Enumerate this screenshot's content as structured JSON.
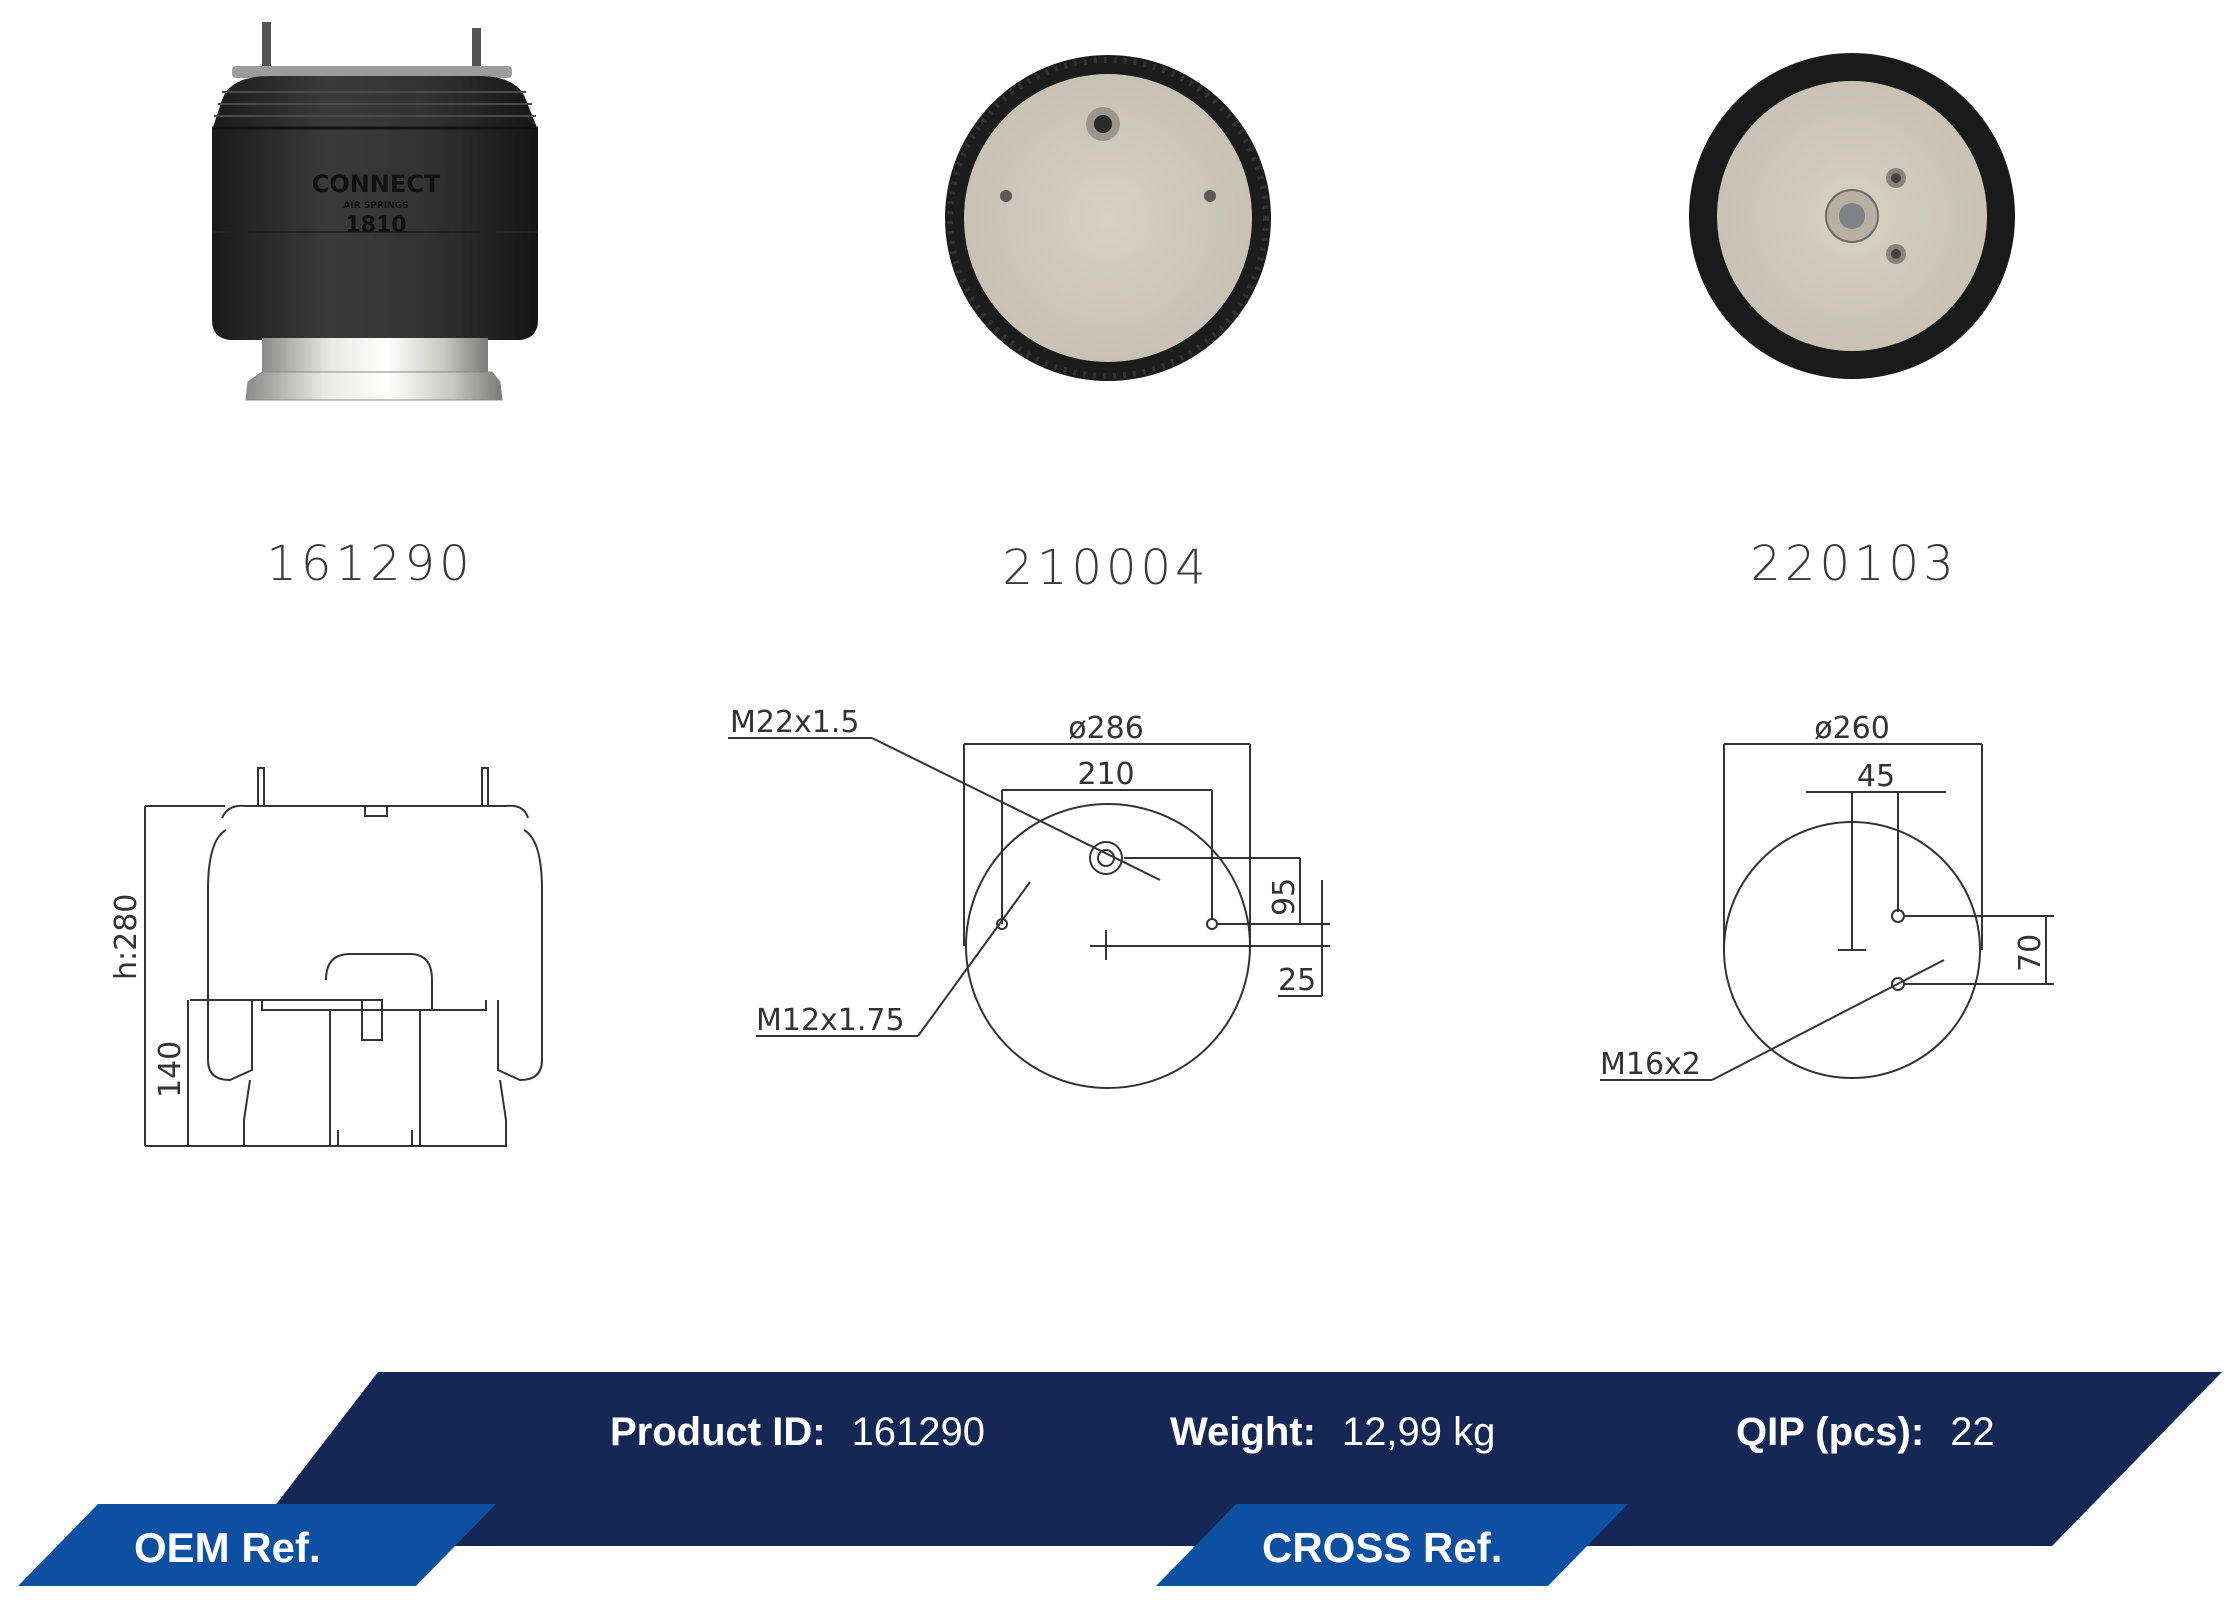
{
  "parts": [
    {
      "number": "161290"
    },
    {
      "number": "210004"
    },
    {
      "number": "220103"
    }
  ],
  "product_label": {
    "brand": "CONNECT",
    "subtitle": "AIR SPRINGS",
    "code": "1810"
  },
  "drawing_side": {
    "height_label": "h:280",
    "mid_height_label": "140"
  },
  "drawing_top_1": {
    "thread_top": "M22x1.5",
    "diameter": "ø286",
    "bolt_spacing": "210",
    "offset_vertical": "95",
    "offset_small": "25",
    "thread_bottom": "M12x1.75"
  },
  "drawing_top_2": {
    "diameter": "ø260",
    "offset_horizontal": "45",
    "offset_vertical": "70",
    "thread": "M16x2"
  },
  "info_bar": {
    "product_id_label": "Product ID:",
    "product_id_value": "161290",
    "weight_label": "Weight:",
    "weight_value": "12,99 kg",
    "qip_label": "QIP (pcs):",
    "qip_value": "22"
  },
  "tabs": {
    "oem": "OEM Ref.",
    "cross": "CROSS Ref."
  },
  "colors": {
    "banner_dark": "#142755",
    "tab_blue": "#0d4fa0"
  }
}
